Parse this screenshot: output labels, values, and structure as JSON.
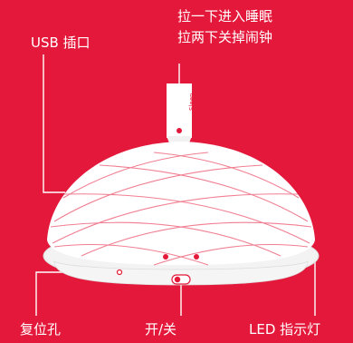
{
  "labels": {
    "usb": "USB 插口",
    "sleep_line1": "拉一下进入睡眠",
    "sleep_line2": "拉两下关掉闹钟",
    "reset": "复位孔",
    "switch": "开/关",
    "led": "LED 指示灯"
  },
  "colors": {
    "background": "#e4183a",
    "body": "#ffffff",
    "line": "#ffffff",
    "accent_red": "#e4183a"
  }
}
